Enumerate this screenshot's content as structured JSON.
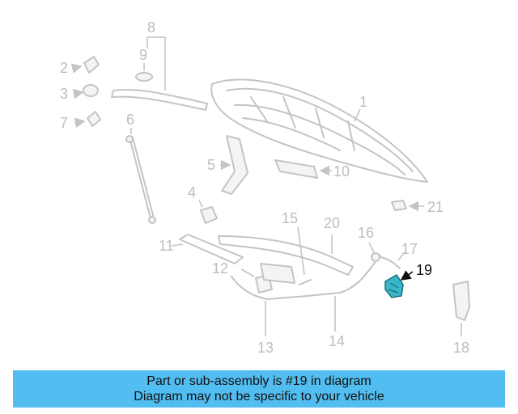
{
  "diagram": {
    "highlight_color": "#38b6c8",
    "callouts": [
      "1",
      "2",
      "3",
      "4",
      "5",
      "6",
      "7",
      "8",
      "9",
      "10",
      "11",
      "12",
      "13",
      "14",
      "15",
      "16",
      "17",
      "18",
      "19",
      "20",
      "21"
    ],
    "highlighted_callout": "19"
  },
  "banner": {
    "background": "#52bdf0",
    "line1": "Part or sub-assembly is #19 in diagram",
    "line2": "Diagram may not be specific to your vehicle"
  }
}
